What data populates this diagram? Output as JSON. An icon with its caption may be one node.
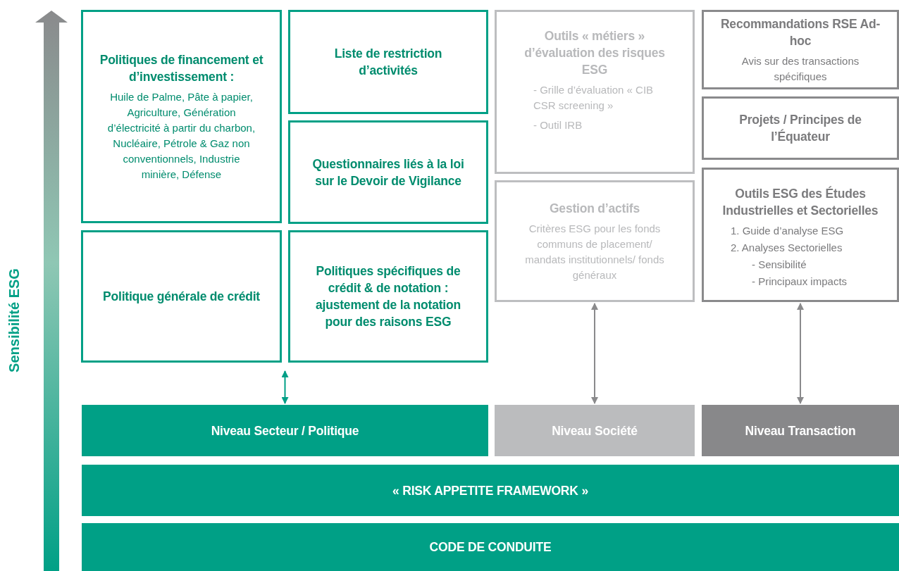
{
  "diagram": {
    "nodes": [
      {
        "text": [
          "Politiques de financement et d’investissement :",
          "Huile de Palme, Pâte à papier, Agriculture, Génération d’électricité à partir du charbon, Nucléaire, Pétrole & Gaz non conventionnels, Industrie minière, Défense"
        ]
      },
      {
        "text": [
          "Liste de restriction d’activités"
        ]
      },
      {
        "text": [
          "Questionnaires liés à la loi sur le Devoir de Vigilance"
        ]
      },
      {
        "text": [
          "Politique générale de crédit"
        ]
      },
      {
        "text": [
          "Politiques spécifiques de crédit & de notation : ajustement de la notation pour des raisons ESG"
        ]
      },
      {
        "text": [
          "Outils « métiers » d’évaluation des risques ESG",
          "- Grille d’évaluation « CIB CSR screening »",
          "- Outil IRB"
        ]
      },
      {
        "text": [
          "Gestion d’actifs",
          "Critères ESG pour les fonds communs de placement/ mandats institutionnels/ fonds généraux"
        ]
      },
      {
        "text": [
          "Recommandations RSE Ad-hoc",
          "Avis sur des transactions spécifiques"
        ]
      },
      {
        "text": [
          "Projets / Principes de l’Équateur"
        ]
      },
      {
        "text": [
          "Outils ESG des Études Industrielles et Sectorielles",
          "1. Guide d’analyse ESG",
          "2. Analyses Sectorielles",
          "- Sensibilité",
          "- Principaux impacts"
        ]
      },
      {
        "text": [
          "Niveau Secteur / Politique"
        ]
      },
      {
        "text": [
          "Niveau Société"
        ]
      },
      {
        "text": [
          "Niveau Transaction"
        ]
      },
      {
        "text": [
          "« RISK APPETITE FRAMEWORK »"
        ]
      },
      {
        "text": [
          "CODE DE CONDUITE"
        ]
      }
    ],
    "edges": [
      {
        "from": 4,
        "to": 10,
        "arrow": "both",
        "color": "#009f86"
      },
      {
        "from": 6,
        "to": 11,
        "arrow": "both"
      },
      {
        "from": 9,
        "to": 12,
        "arrow": "both"
      }
    ],
    "labels": [
      "Sensibilité ESG"
    ]
  }
}
